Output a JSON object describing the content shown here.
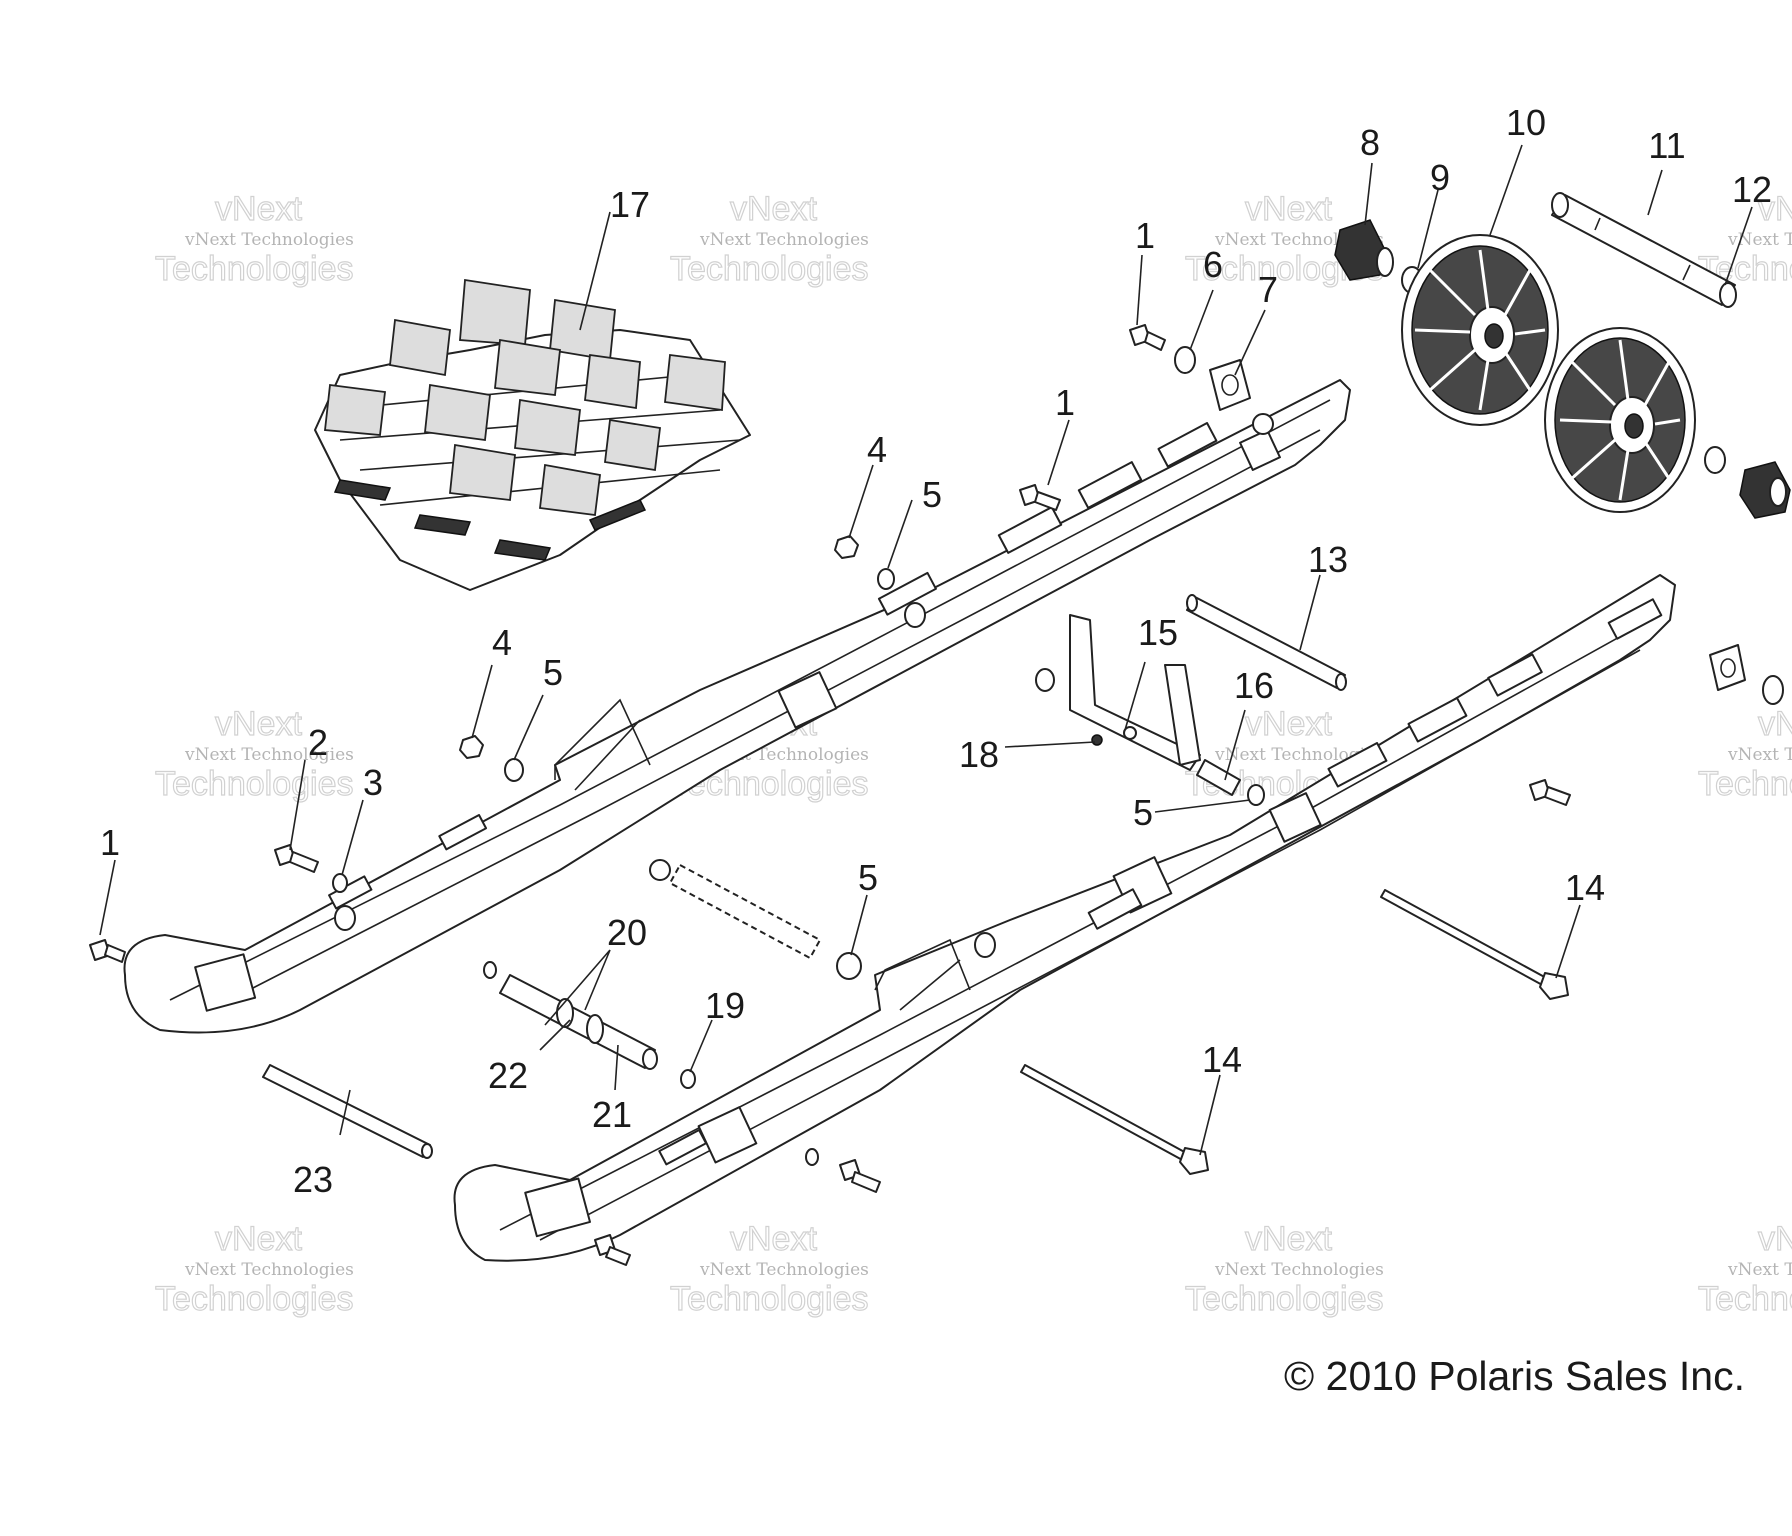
{
  "figure": {
    "copyright": "© 2010 Polaris Sales Inc.",
    "watermark_small": "vNext Technologies",
    "watermark_large": "Technologies",
    "watermark_top": "vNext"
  },
  "callouts": [
    {
      "id": "c1a",
      "text": "1"
    },
    {
      "id": "c1b",
      "text": "1"
    },
    {
      "id": "c1c",
      "text": "1"
    },
    {
      "id": "c2",
      "text": "2"
    },
    {
      "id": "c3",
      "text": "3"
    },
    {
      "id": "c4a",
      "text": "4"
    },
    {
      "id": "c4b",
      "text": "4"
    },
    {
      "id": "c5a",
      "text": "5"
    },
    {
      "id": "c5b",
      "text": "5"
    },
    {
      "id": "c5c",
      "text": "5"
    },
    {
      "id": "c5d",
      "text": "5"
    },
    {
      "id": "c6",
      "text": "6"
    },
    {
      "id": "c7",
      "text": "7"
    },
    {
      "id": "c8",
      "text": "8"
    },
    {
      "id": "c9",
      "text": "9"
    },
    {
      "id": "c10",
      "text": "10"
    },
    {
      "id": "c11",
      "text": "11"
    },
    {
      "id": "c12",
      "text": "12"
    },
    {
      "id": "c13",
      "text": "13"
    },
    {
      "id": "c14a",
      "text": "14"
    },
    {
      "id": "c14b",
      "text": "14"
    },
    {
      "id": "c15",
      "text": "15"
    },
    {
      "id": "c16",
      "text": "16"
    },
    {
      "id": "c17",
      "text": "17"
    },
    {
      "id": "c18",
      "text": "18"
    },
    {
      "id": "c19",
      "text": "19"
    },
    {
      "id": "c20",
      "text": "20"
    },
    {
      "id": "c21",
      "text": "21"
    },
    {
      "id": "c22",
      "text": "22"
    },
    {
      "id": "c23",
      "text": "23"
    }
  ]
}
